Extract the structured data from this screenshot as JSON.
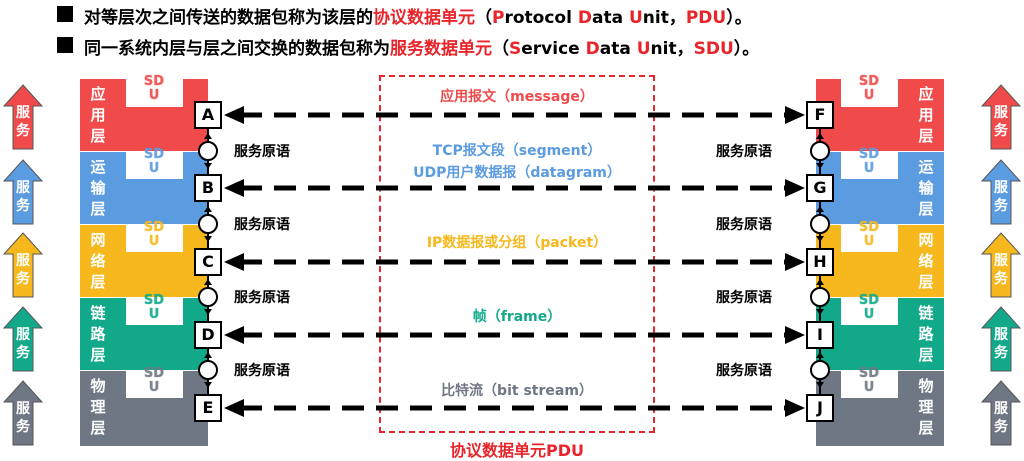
{
  "header": {
    "line1_pre": "对等层次之间传送的数据包称为该层的",
    "line1_term": "协议数据单元",
    "line1_open": "（",
    "line1_P": "P",
    "line1_rotocol": "rotocol ",
    "line1_D": "D",
    "line1_ata": "ata ",
    "line1_U": "U",
    "line1_nit": "nit，",
    "line1_abbr": "PDU",
    "line1_close": "）。",
    "line2_pre": "同一系统内层与层之间交换的数据包称为",
    "line2_term": "服务数据单元",
    "line2_open": "（",
    "line2_S": "S",
    "line2_ervice": "ervice ",
    "line2_D": "D",
    "line2_ata": "ata ",
    "line2_U": "U",
    "line2_nit": "nit，",
    "line2_abbr": "SDU",
    "line2_close": "）。"
  },
  "layers": [
    {
      "name": "应用层",
      "c1": "应",
      "c2": "用",
      "c3": "层",
      "color": "#f04a4a"
    },
    {
      "name": "运输层",
      "c1": "运",
      "c2": "输",
      "c3": "层",
      "color": "#5b9be0"
    },
    {
      "name": "网络层",
      "c1": "网",
      "c2": "络",
      "c3": "层",
      "color": "#f6b81c"
    },
    {
      "name": "链路层",
      "c1": "链",
      "c2": "路",
      "c3": "层",
      "color": "#12a98a"
    },
    {
      "name": "物理层",
      "c1": "物",
      "c2": "理",
      "c3": "层",
      "color": "#6f7784"
    }
  ],
  "sdu_label": {
    "l1": "SD",
    "l2": "U"
  },
  "left_points": [
    "A",
    "B",
    "C",
    "D",
    "E"
  ],
  "right_points": [
    "F",
    "G",
    "H",
    "I",
    "J"
  ],
  "primitive_label": "服务原语",
  "pdus": [
    {
      "l1": "应用报文（message）",
      "l2": "",
      "color": "#f04a4a"
    },
    {
      "l1": "TCP报文段（segment）",
      "l2": "UDP用户数据报（datagram）",
      "color": "#5b9be0"
    },
    {
      "l1": "IP数据报或分组（packet）",
      "l2": "",
      "color": "#f6b81c"
    },
    {
      "l1": "帧（frame）",
      "l2": "",
      "color": "#12a98a"
    },
    {
      "l1": "比特流（bit stream）",
      "l2": "",
      "color": "#6f7784"
    }
  ],
  "pdu_box_label": "协议数据单元PDU",
  "service": {
    "c1": "服",
    "c2": "务"
  }
}
